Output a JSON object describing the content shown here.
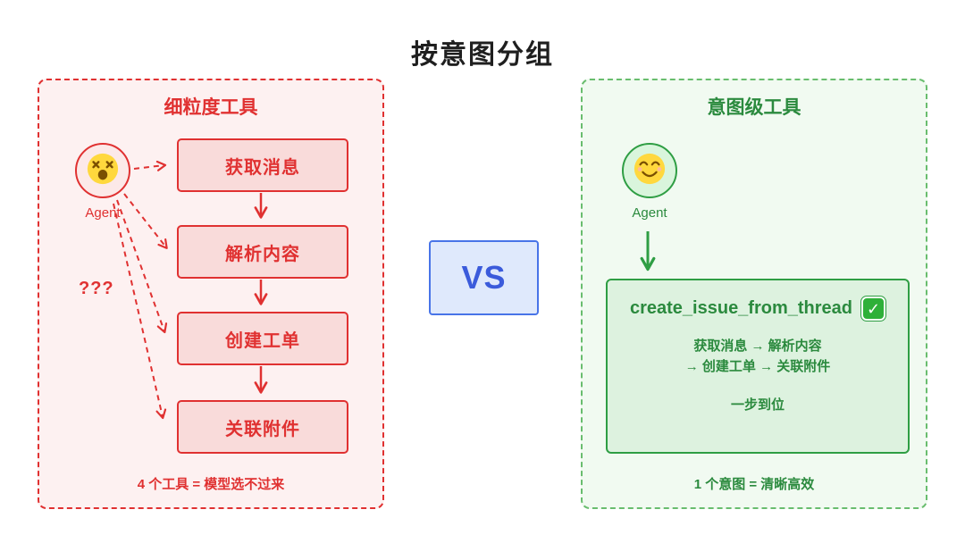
{
  "title": "按意图分组",
  "left_panel": {
    "title": "细粒度工具",
    "agent_icon": "dizzy-face-icon",
    "agent_label": "Agent",
    "question": "???",
    "tools": [
      "获取消息",
      "解析内容",
      "创建工单",
      "关联附件"
    ],
    "caption": "4 个工具 = 模型选不过来"
  },
  "vs_label": "VS",
  "right_panel": {
    "title": "意图级工具",
    "agent_icon": "smiling-face-icon",
    "agent_label": "Agent",
    "intent_name": "create_issue_from_thread",
    "check_icon": "check-mark-icon",
    "check_glyph": "✓",
    "steps_line1": "获取消息 → 解析内容",
    "steps_line2": "→ 创建工单 → 关联附件",
    "result": "一步到位",
    "caption": "1 个意图 = 清晰高效"
  },
  "colors": {
    "red": "#e03131",
    "green": "#2f9e44",
    "blue": "#4874e8"
  }
}
